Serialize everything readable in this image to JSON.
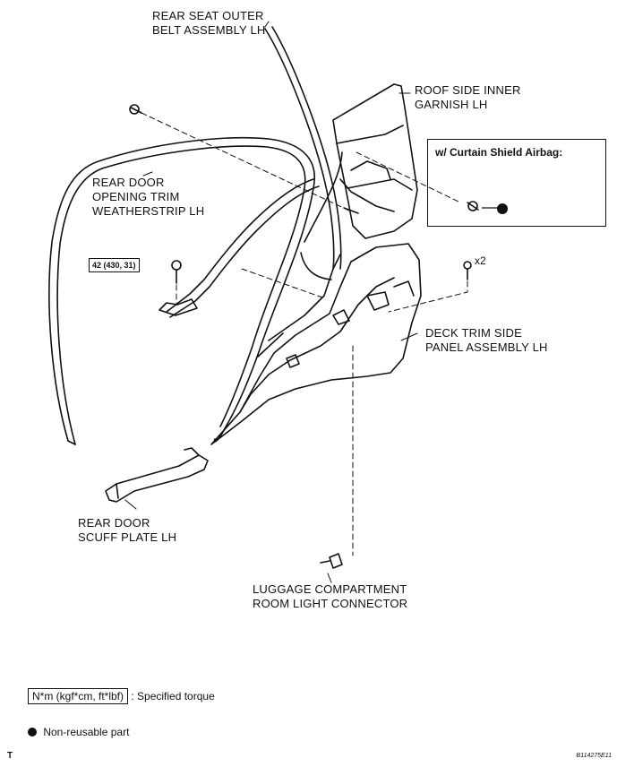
{
  "labels": {
    "rear_seat_belt": [
      "REAR SEAT OUTER",
      "BELT ASSEMBLY LH"
    ],
    "roof_garnish": [
      "ROOF SIDE INNER",
      "GARNISH LH"
    ],
    "weatherstrip": [
      "REAR DOOR",
      "OPENING TRIM",
      "WEATHERSTRIP LH"
    ],
    "deck_trim": [
      "DECK TRIM SIDE",
      "PANEL ASSEMBLY LH"
    ],
    "scuff_plate": [
      "REAR DOOR",
      "SCUFF PLATE LH"
    ],
    "connector": [
      "LUGGAGE COMPARTMENT",
      "ROOM LIGHT CONNECTOR"
    ]
  },
  "torque_spec": "42 (430, 31)",
  "quantity": "x2",
  "airbag_box_title": "w/ Curtain Shield Airbag:",
  "legend": {
    "torque_box": "N*m (kgf*cm, ft*lbf)",
    "torque_text": ": Specified torque",
    "nonreusable_text": "Non-reusable part"
  },
  "corner_letter": "T",
  "figure_code": "B114275E11"
}
